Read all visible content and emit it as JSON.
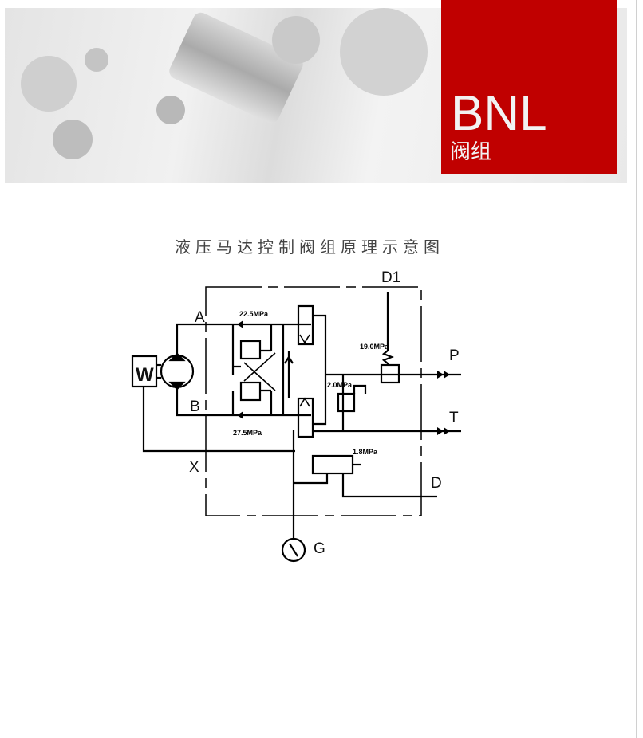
{
  "header": {
    "brand": "BNL",
    "subtitle": "阀组"
  },
  "diagram": {
    "title": "液压马达控制阀组原理示意图",
    "ports": {
      "A": "A",
      "B": "B",
      "X": "X",
      "P": "P",
      "T": "T",
      "D": "D",
      "D1": "D1",
      "G": "G"
    },
    "pressures": {
      "relief_a": "22.5MPa",
      "relief_b": "27.5MPa",
      "p_reducer": "19.0MPa",
      "t_valve": "2.0MPa",
      "x_valve": "1.8MPa"
    },
    "motor_label": "W"
  }
}
